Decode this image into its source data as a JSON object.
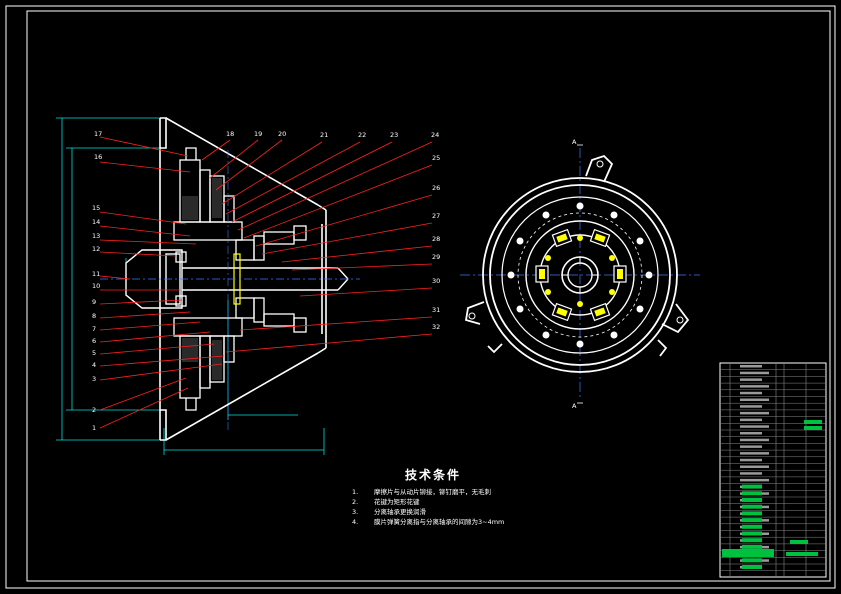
{
  "drawing": {
    "colors": {
      "background": "#000000",
      "outline": "#ffffff",
      "leader": "#ff2020",
      "dimension": "#00e0e0",
      "highlight": "#ffff00",
      "center": "#3a78ff",
      "title_block_fill": "#00c040"
    },
    "callouts_top": [
      "18",
      "19",
      "20",
      "21",
      "22",
      "23",
      "24"
    ],
    "callouts_left": [
      "17",
      "16",
      "15",
      "14",
      "13",
      "12",
      "11",
      "10",
      "9",
      "8",
      "7",
      "6",
      "5",
      "4",
      "3",
      "2",
      "1"
    ],
    "callouts_right": [
      "25",
      "26",
      "27",
      "28",
      "29",
      "30",
      "31",
      "32"
    ],
    "section_marks": [
      "A",
      "A"
    ]
  },
  "technical_requirements": {
    "title": "技术条件",
    "items": [
      {
        "num": "1.",
        "text": "摩擦片与从动片铆接，铆钉磨平，无毛刺"
      },
      {
        "num": "2.",
        "text": "花键为矩形花键"
      },
      {
        "num": "3.",
        "text": "分离轴承更换润滑"
      },
      {
        "num": "4.",
        "text": "膜片弹簧分离指与分离轴承的间隙为3~4mm"
      }
    ]
  }
}
